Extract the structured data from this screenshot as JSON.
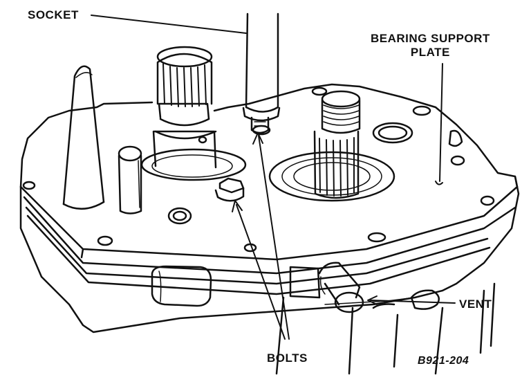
{
  "labels": {
    "socket": "SOCKET",
    "bearing_support_plate_line1": "BEARING SUPPORT",
    "bearing_support_plate_line2": "PLATE",
    "vent": "VENT",
    "bolts": "BOLTS",
    "figure_id": "B921-204"
  },
  "colors": {
    "ink": "#111111",
    "paper": "#ffffff"
  }
}
